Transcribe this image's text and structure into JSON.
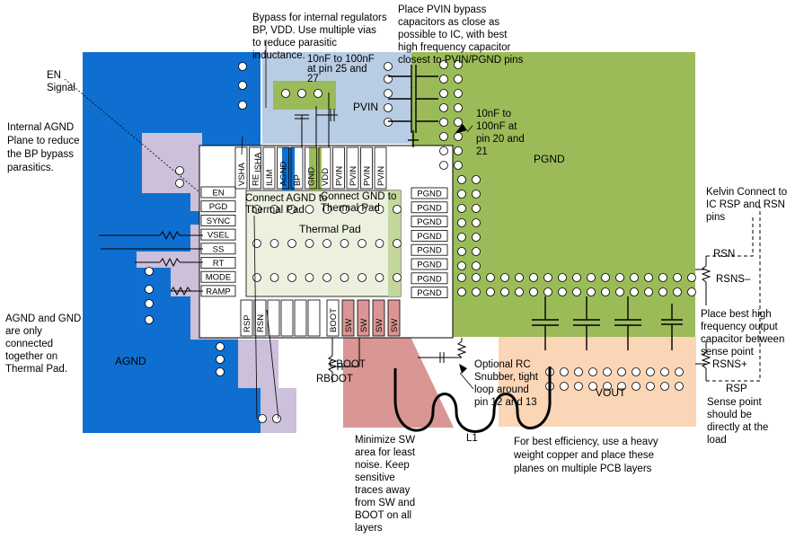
{
  "planes": {
    "agnd": "AGND",
    "pgnd": "PGND",
    "pvin": "PVIN",
    "vout": "VOUT",
    "thermal_pad": "Thermal Pad",
    "agnd_color": "#0f6fd0",
    "pgnd_color": "#9bbb59",
    "pvin_color": "#b8cce4",
    "vout_color": "#fad5b6",
    "sw_color": "#d99694",
    "internal_agnd_color": "#ccc0da"
  },
  "pins": {
    "left": [
      "EN",
      "PGD",
      "SYNC",
      "VSEL",
      "SS",
      "RT",
      "MODE",
      "RAMP"
    ],
    "top": [
      "VSHA",
      "RE",
      "ILIM",
      "AGND",
      "BP",
      "GND",
      "VDD",
      "PVIN",
      "PVIN",
      "PVIN",
      "PVIN"
    ],
    "top_overlay": "ISHA",
    "right": [
      "PGND",
      "PGND",
      "PGND",
      "PGND",
      "PGND",
      "PGND",
      "PGND",
      "PGND"
    ],
    "bottom": [
      "RSP",
      "RSN",
      "BOOT",
      "SW",
      "SW",
      "SW",
      "SW"
    ]
  },
  "components": {
    "cboot": "CBOOT",
    "rboot": "RBOOT",
    "inductor": "L1",
    "rsn": "RSN",
    "rsns_minus": "RSNS–",
    "rsns_plus": "RSNS+",
    "rsp": "RSP"
  },
  "annotations": {
    "en_signal": [
      "EN",
      "Signal"
    ],
    "internal_agnd": [
      "Internal AGND",
      "Plane to reduce",
      "the BP bypass",
      "parasitics."
    ],
    "bypass_regulators": [
      "Bypass for internal regulators",
      "BP, VDD. Use multiple vias",
      "to reduce parasitic",
      "inductance."
    ],
    "cap_25_27": [
      "10nF to 100nF",
      "at pin 25 and",
      "27"
    ],
    "pvin_bypass": [
      "Place PVIN bypass",
      "capacitors as close as",
      "possible to IC, with best",
      "high frequency capacitor",
      "closest to PVIN/PGND pins"
    ],
    "cap_20_21": [
      "10nF to",
      "100nF at",
      "pin 20 and",
      "21"
    ],
    "connect_agnd": [
      "Connect AGND to",
      "Thermal Pad"
    ],
    "connect_gnd": [
      "Connect GND to",
      "Thermal Pad"
    ],
    "kelvin": [
      "Kelvin Connect to",
      "IC RSP and RSN",
      "pins"
    ],
    "best_hf_cap": [
      "Place best high",
      "frequency output",
      "capacitor between",
      "sense point"
    ],
    "sense_point": [
      "Sense point",
      "should be",
      "directly at the",
      "load"
    ],
    "agnd_gnd": [
      "AGND and GND",
      "are only",
      "connected",
      "together on",
      "Thermal Pad."
    ],
    "rc_snubber": [
      "Optional RC",
      "Snubber, tight",
      "loop around",
      "pin 12 and 13"
    ],
    "minimize_sw": [
      "Minimize SW",
      "area for least",
      "noise. Keep",
      "sensitive",
      "traces away",
      "from SW and",
      "BOOT on all",
      "layers"
    ],
    "efficiency": [
      "For best efficiency, use a heavy",
      "weight copper and place these",
      "planes on multiple PCB layers"
    ]
  }
}
